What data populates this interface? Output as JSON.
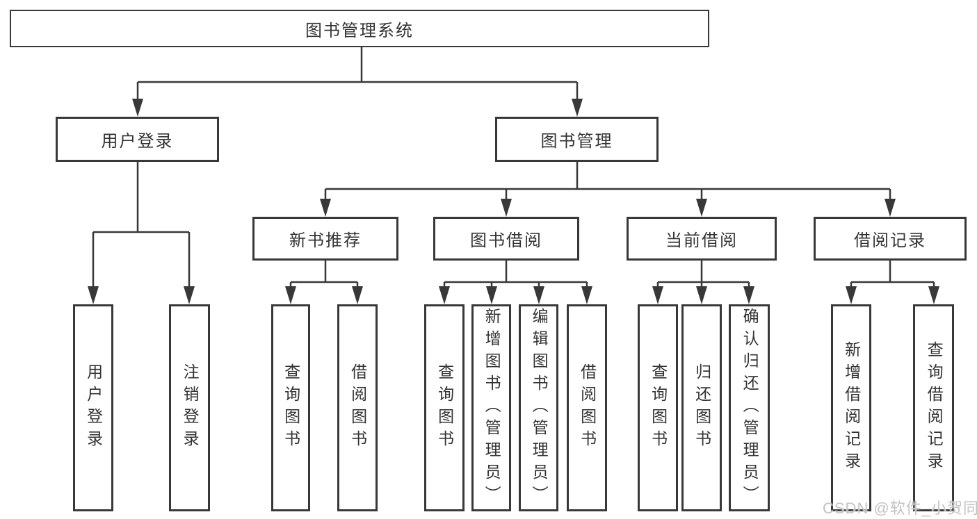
{
  "tree": {
    "root": {
      "label": "图书管理系统",
      "children": [
        {
          "label": "用户登录",
          "children": [
            {
              "label": "用户登录"
            },
            {
              "label": "注销登录"
            }
          ]
        },
        {
          "label": "图书管理",
          "children": [
            {
              "label": "新书推荐",
              "children": [
                {
                  "label": "查询图书"
                },
                {
                  "label": "借阅图书"
                }
              ]
            },
            {
              "label": "图书借阅",
              "children": [
                {
                  "label": "查询图书"
                },
                {
                  "label": "新增图书（管理员）"
                },
                {
                  "label": "编辑图书（管理员）"
                },
                {
                  "label": "借阅图书"
                }
              ]
            },
            {
              "label": "当前借阅",
              "children": [
                {
                  "label": "查询图书"
                },
                {
                  "label": "归还图书"
                },
                {
                  "label": "确认归还（管理员）"
                }
              ]
            },
            {
              "label": "借阅记录",
              "children": [
                {
                  "label": "新增借阅记录"
                },
                {
                  "label": "查询借阅记录"
                }
              ]
            }
          ]
        }
      ]
    }
  },
  "watermark": {
    "text": "CSDN @软件_小贺同学"
  },
  "colors": {
    "line": "#383838",
    "border": "#383838",
    "text": "#333333",
    "background": "#ffffff",
    "watermark": "#c3c3c3"
  }
}
